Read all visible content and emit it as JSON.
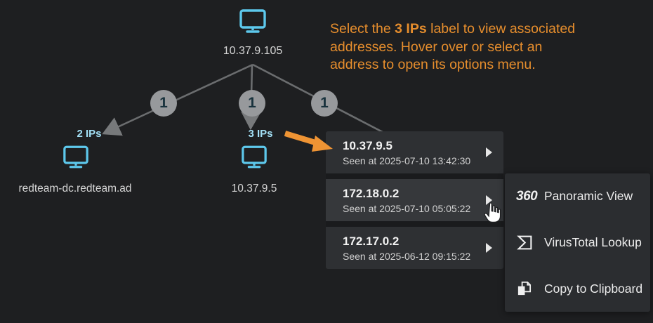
{
  "instruction": {
    "line1_pre": "Select the ",
    "line1_bold": "3 IPs",
    "line1_post": " label to view associated",
    "line2": "addresses. Hover over or select an",
    "line3": "address to open its options menu."
  },
  "graph": {
    "root": {
      "label": "10.37.9.105"
    },
    "children": [
      {
        "badge": "1",
        "ips_label": "2 IPs",
        "label": "redteam-dc.redteam.ad"
      },
      {
        "badge": "1",
        "ips_label": "3 IPs",
        "label": "10.37.9.5"
      },
      {
        "badge": "1"
      }
    ]
  },
  "address_menu": {
    "items": [
      {
        "ip": "10.37.9.5",
        "seen": "Seen at 2025-07-10 13:42:30"
      },
      {
        "ip": "172.18.0.2",
        "seen": "Seen at 2025-07-10 05:05:22",
        "hovered": true
      },
      {
        "ip": "172.17.0.2",
        "seen": "Seen at 2025-06-12 09:15:22"
      }
    ]
  },
  "options_menu": {
    "items": [
      {
        "icon": "360-icon",
        "icon_text": "360",
        "label": "Panoramic View"
      },
      {
        "icon": "virustotal-icon",
        "label": "VirusTotal Lookup"
      },
      {
        "icon": "copy-icon",
        "label": "Copy to Clipboard"
      }
    ]
  },
  "colors": {
    "background": "#1e1f21",
    "accent_orange": "#e78e2d",
    "arrow_orange": "#ef9434",
    "node_blue": "#5dc8ec",
    "ips_label_cyan": "#a3e0f6",
    "edge_gray": "#6b6d6f",
    "badge_gray": "#97999c",
    "badge_text": "#18323d",
    "menu_bg": "#2b2d30",
    "row_bg": "#2e3033",
    "row_hover_bg": "#36383b"
  }
}
